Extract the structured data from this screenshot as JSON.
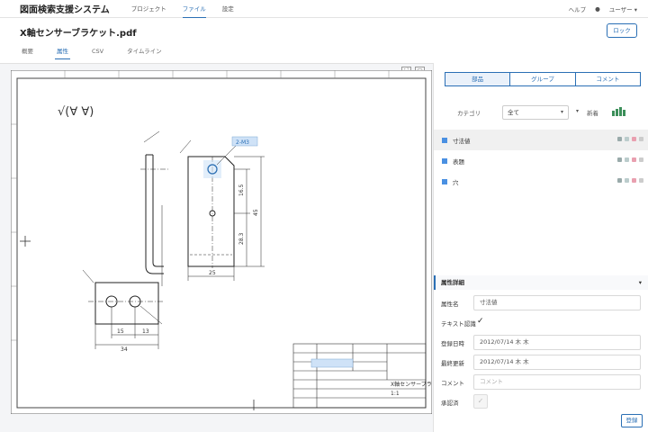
{
  "app": {
    "title": "図面検索支援システム",
    "nav": [
      {
        "label": "プロジェクト",
        "active": false
      },
      {
        "label": "ファイル",
        "active": true
      },
      {
        "label": "設定",
        "active": false
      }
    ],
    "right": {
      "help_label": "ヘルプ",
      "user_label": "ユーザー"
    }
  },
  "file": {
    "title": "X軸センサーブラケット.pdf",
    "lock_label": "ロック",
    "tabs": [
      {
        "label": "概要",
        "active": false
      },
      {
        "label": "属性",
        "active": true
      },
      {
        "label": "CSV",
        "active": false
      },
      {
        "label": "タイムライン",
        "active": false
      }
    ]
  },
  "drawing": {
    "tag_label": "2-M3",
    "dims": {
      "d15": "15",
      "d13": "13",
      "d34": "34",
      "d25": "25",
      "d45": "45",
      "d165": "16.5",
      "d283": "28.3"
    },
    "surface_symbol": "√(∀ ∀)",
    "title_block": {
      "part_name": "X軸センサーブラケット",
      "scale": "1:1"
    }
  },
  "panel": {
    "tabs": [
      {
        "label": "部品",
        "active": true
      },
      {
        "label": "グループ",
        "active": false
      },
      {
        "label": "コメント",
        "active": false
      }
    ],
    "filter": {
      "label": "カテゴリ",
      "value": "全て",
      "sort_label": "新着"
    },
    "items": [
      {
        "label": "寸法値",
        "selected": true
      },
      {
        "label": "表題",
        "selected": false
      },
      {
        "label": "穴",
        "selected": false
      }
    ],
    "detail": {
      "header": "属性詳細",
      "fields": {
        "name_label": "属性名",
        "name_value": "寸法値",
        "ocr_label": "テキスト認識",
        "created_label": "登録日時",
        "created_value": "2012/07/14 木 木",
        "updated_label": "最終更新",
        "updated_value": "2012/07/14 木 木",
        "comment_label": "コメント",
        "comment_placeholder": "コメント",
        "approved_label": "承認済"
      },
      "save_label": "登録"
    }
  },
  "colors": {
    "accent": "#2a6fb5",
    "item_swatch": "#4a90e2",
    "highlight": "#cfe2f7"
  }
}
